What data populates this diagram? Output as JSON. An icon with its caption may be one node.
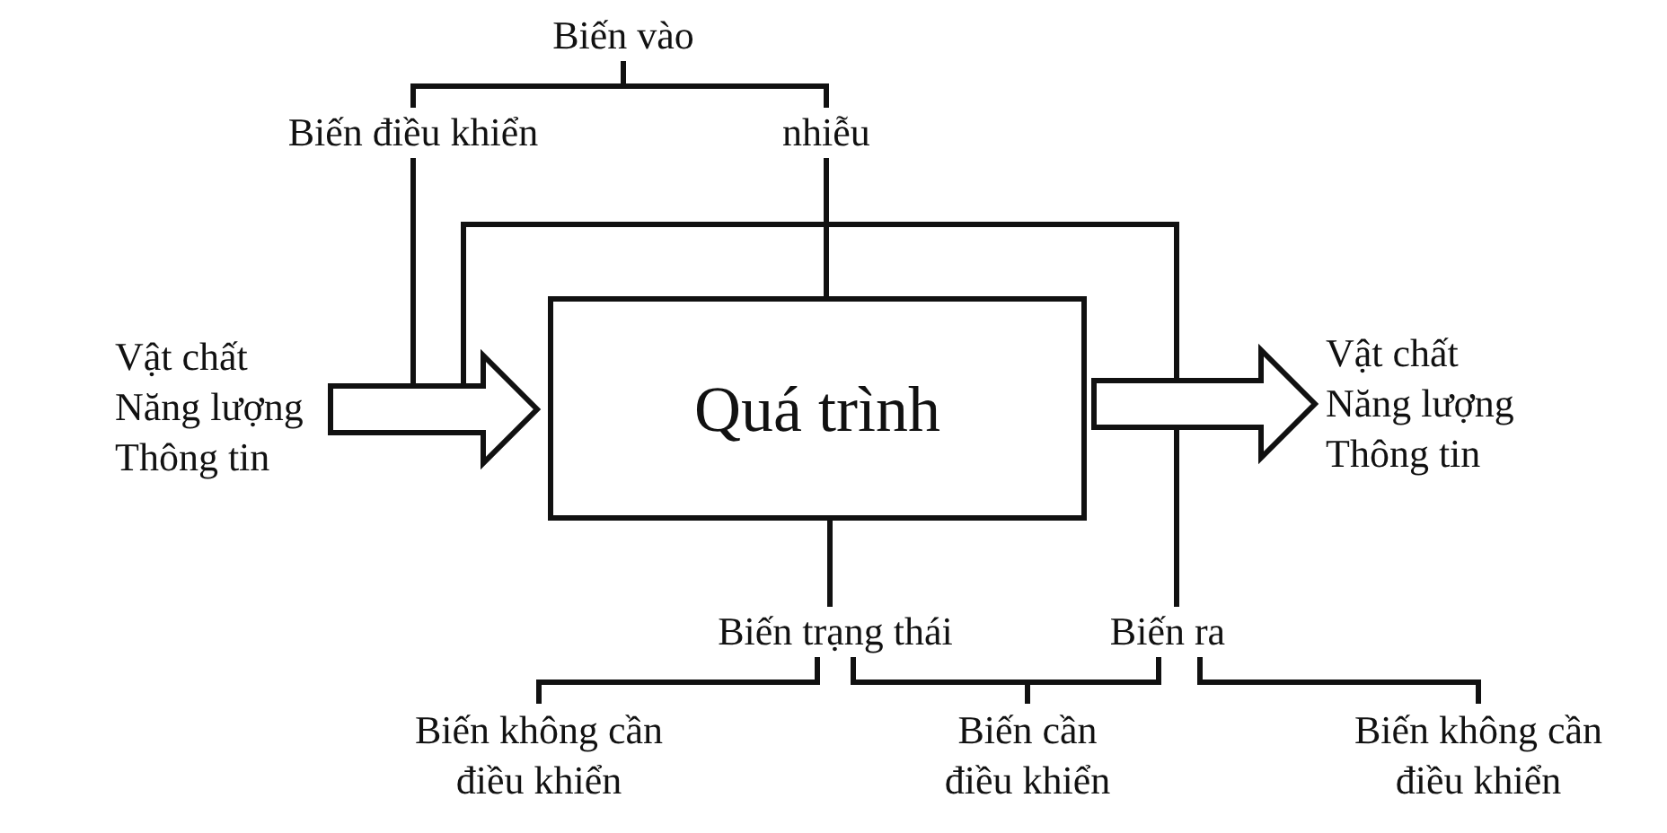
{
  "diagram": {
    "nodes": [
      {
        "text": [
          "Biến vào"
        ]
      },
      {
        "text": [
          "Biến điều khiển"
        ]
      },
      {
        "text": [
          "nhiễu"
        ]
      },
      {
        "text": [
          "Vật chất Năng lượng Thông tin"
        ]
      },
      {
        "text": [
          "Quá trình"
        ]
      },
      {
        "text": [
          "Vật chất Năng lượng Thông tin"
        ]
      },
      {
        "text": [
          "Biến trạng thái"
        ]
      },
      {
        "text": [
          "Biến ra"
        ]
      },
      {
        "text": [
          "Biến không cần điều khiển"
        ]
      },
      {
        "text": [
          "Biến cần điều khiển"
        ]
      },
      {
        "text": [
          "Biến không cần điều khiển"
        ]
      }
    ],
    "edges": [
      {
        "from": 0,
        "to": 1,
        "arrow": "none"
      },
      {
        "from": 0,
        "to": 2,
        "arrow": "none"
      },
      {
        "from": 1,
        "to": null,
        "arrow": "none"
      },
      {
        "from": 2,
        "to": 4,
        "arrow": "none"
      },
      {
        "from": 7,
        "to": null,
        "arrow": "none"
      },
      {
        "from": 3,
        "to": 4,
        "arrow": "to",
        "style": "thick"
      },
      {
        "from": 4,
        "to": 5,
        "arrow": "to",
        "style": "thick"
      },
      {
        "from": 4,
        "to": 6,
        "arrow": "none"
      },
      {
        "from": 6,
        "to": 8,
        "arrow": "none"
      },
      {
        "from": 6,
        "to": 9,
        "arrow": "none"
      },
      {
        "from": 7,
        "to": 9,
        "arrow": "none"
      },
      {
        "from": 7,
        "to": 10,
        "arrow": "none"
      }
    ]
  }
}
